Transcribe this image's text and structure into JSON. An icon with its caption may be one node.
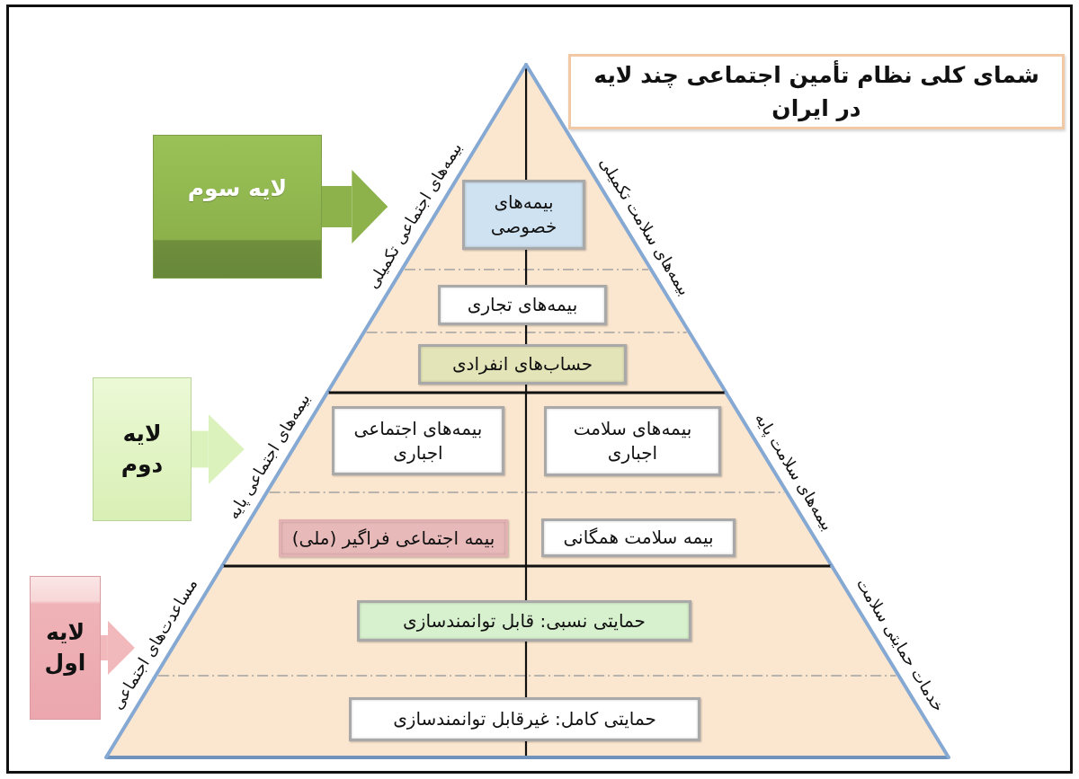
{
  "diagram": {
    "title": "شمای کلی نظام تأمین اجتماعی چند لایه در ایران",
    "nodes": [
      {
        "text": [
          "لایه سوم"
        ]
      },
      {
        "text": [
          "بیمه‌های سلامت تکمیلی",
          "بیمه‌های اجتماعی تکمیلی"
        ]
      },
      {
        "text": [
          "بیمه‌های خصوصی"
        ],
        "in": 1
      },
      {
        "text": [
          "بیمه‌های تجاری"
        ],
        "in": 1
      },
      {
        "text": [
          "حساب‌های انفرادی"
        ],
        "in": 1
      },
      {
        "text": [
          "لایه دوم"
        ]
      },
      {
        "text": [
          "بیمه‌های سلامت پایه",
          "بیمه‌های اجتماعی پایه"
        ]
      },
      {
        "text": [
          "بیمه‌های سلامت اجباری"
        ],
        "in": 6
      },
      {
        "text": [
          "بیمه‌های اجتماعی اجباری"
        ],
        "in": 6
      },
      {
        "text": [
          "بیمه سلامت همگانی"
        ],
        "in": 6
      },
      {
        "text": [
          "بیمه اجتماعی فراگیر (ملی)"
        ],
        "in": 6
      },
      {
        "text": [
          "لایه اول"
        ]
      },
      {
        "text": [
          "خدمات حمایتی سلامت",
          "مساعدت‌های اجتماعی"
        ]
      },
      {
        "text": [
          "حمایتی نسبی: قابل توانمندسازی"
        ],
        "in": 12
      },
      {
        "text": [
          "حمایتی کامل: غیرقابل توانمندسازی"
        ],
        "in": 12
      }
    ],
    "edges": [
      {
        "from": 0,
        "to": 1,
        "arrow": "to",
        "color": "#8db24b"
      },
      {
        "from": 5,
        "to": 6,
        "arrow": "to",
        "color": "#dcf2bd"
      },
      {
        "from": 11,
        "to": 12,
        "arrow": "to",
        "color": "#f2b9bd"
      }
    ]
  }
}
